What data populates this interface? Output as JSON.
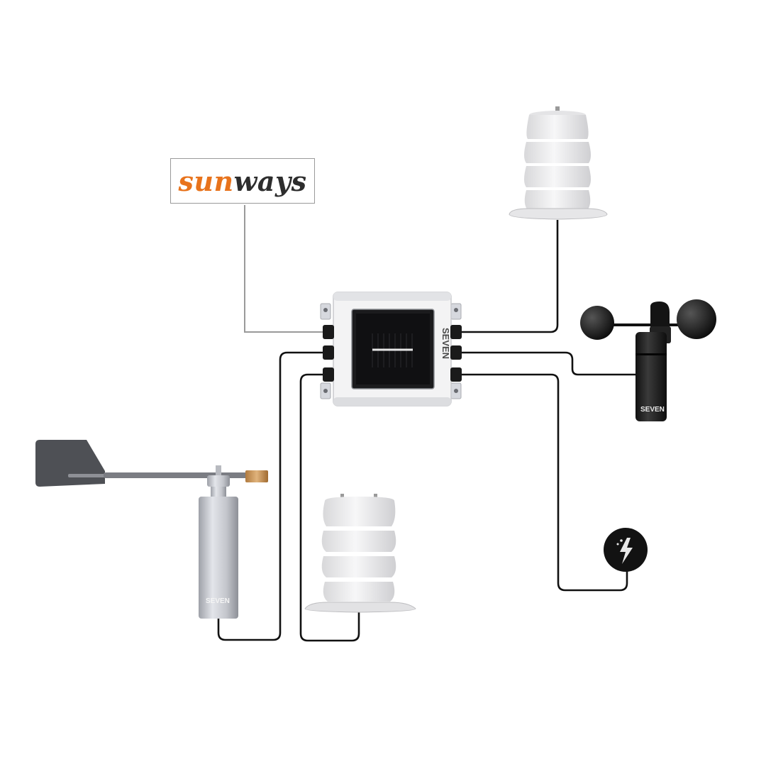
{
  "brand_logo": {
    "part1": "sun",
    "part2": "ways",
    "color_part1": "#e8731c",
    "color_part2": "#2d2d2d"
  },
  "device_brand": "SEVEN",
  "colors": {
    "cable": "#111111",
    "link_line": "#9a9a9a",
    "shield_white": "#f0f0f0",
    "sensor_black": "#1a1a1a",
    "aluminium": "#c7c9cf"
  },
  "components": [
    {
      "id": "data-logger",
      "icon": "solar-logger-box"
    },
    {
      "id": "radiation-shield-top",
      "icon": "stevenson-shield"
    },
    {
      "id": "anemometer",
      "icon": "cup-anemometer"
    },
    {
      "id": "rain-sensor",
      "icon": "lightning-badge"
    },
    {
      "id": "radiation-shield-bottom",
      "icon": "stevenson-shield"
    },
    {
      "id": "wind-vane",
      "icon": "wind-vane"
    }
  ]
}
